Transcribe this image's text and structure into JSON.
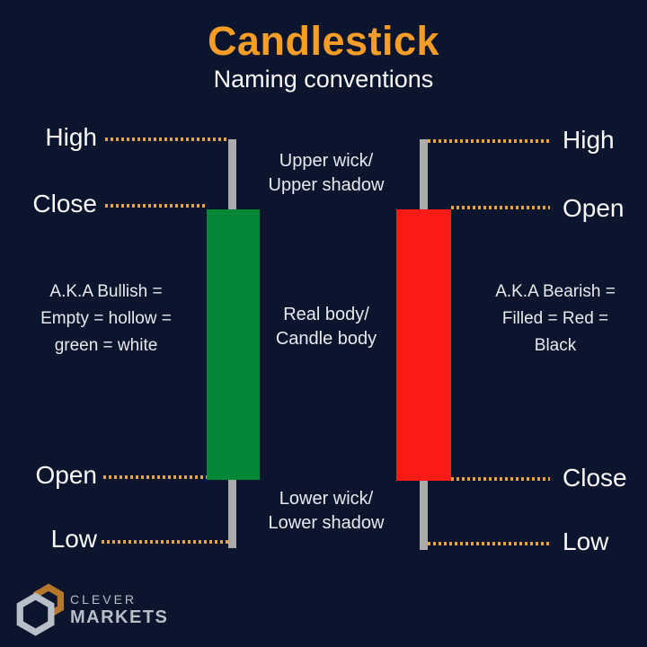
{
  "header": {
    "title": "Candlestick",
    "subtitle": "Naming conventions"
  },
  "colors": {
    "background": "#0B152E",
    "title_accent": "#F59D27",
    "dotted_line": "#E8A33C",
    "bullish_body": "#018736",
    "bearish_body": "#FB1B17",
    "wick": "#ABABAB",
    "label_text": "#FAFAFA",
    "annotation_text": "#E8EAEE",
    "logo_text": "#B9BFC9",
    "logo_accent": "#B5772B"
  },
  "bullish": {
    "high_label": "High",
    "close_label": "Close",
    "open_label": "Open",
    "low_label": "Low",
    "aka_line1": "A.K.A Bullish =",
    "aka_line2": "Empty = hollow =",
    "aka_line3": "green = white"
  },
  "bearish": {
    "high_label": "High",
    "open_label": "Open",
    "close_label": "Close",
    "low_label": "Low",
    "aka_line1": "A.K.A Bearish =",
    "aka_line2": "Filled = Red =",
    "aka_line3": "Black"
  },
  "anatomy": {
    "upper_wick_line1": "Upper wick/",
    "upper_wick_line2": "Upper shadow",
    "body_line1": "Real body/",
    "body_line2": "Candle body",
    "lower_wick_line1": "Lower wick/",
    "lower_wick_line2": "Lower shadow"
  },
  "logo": {
    "name_line1": "CLEVER",
    "name_line2": "MARKETS"
  }
}
